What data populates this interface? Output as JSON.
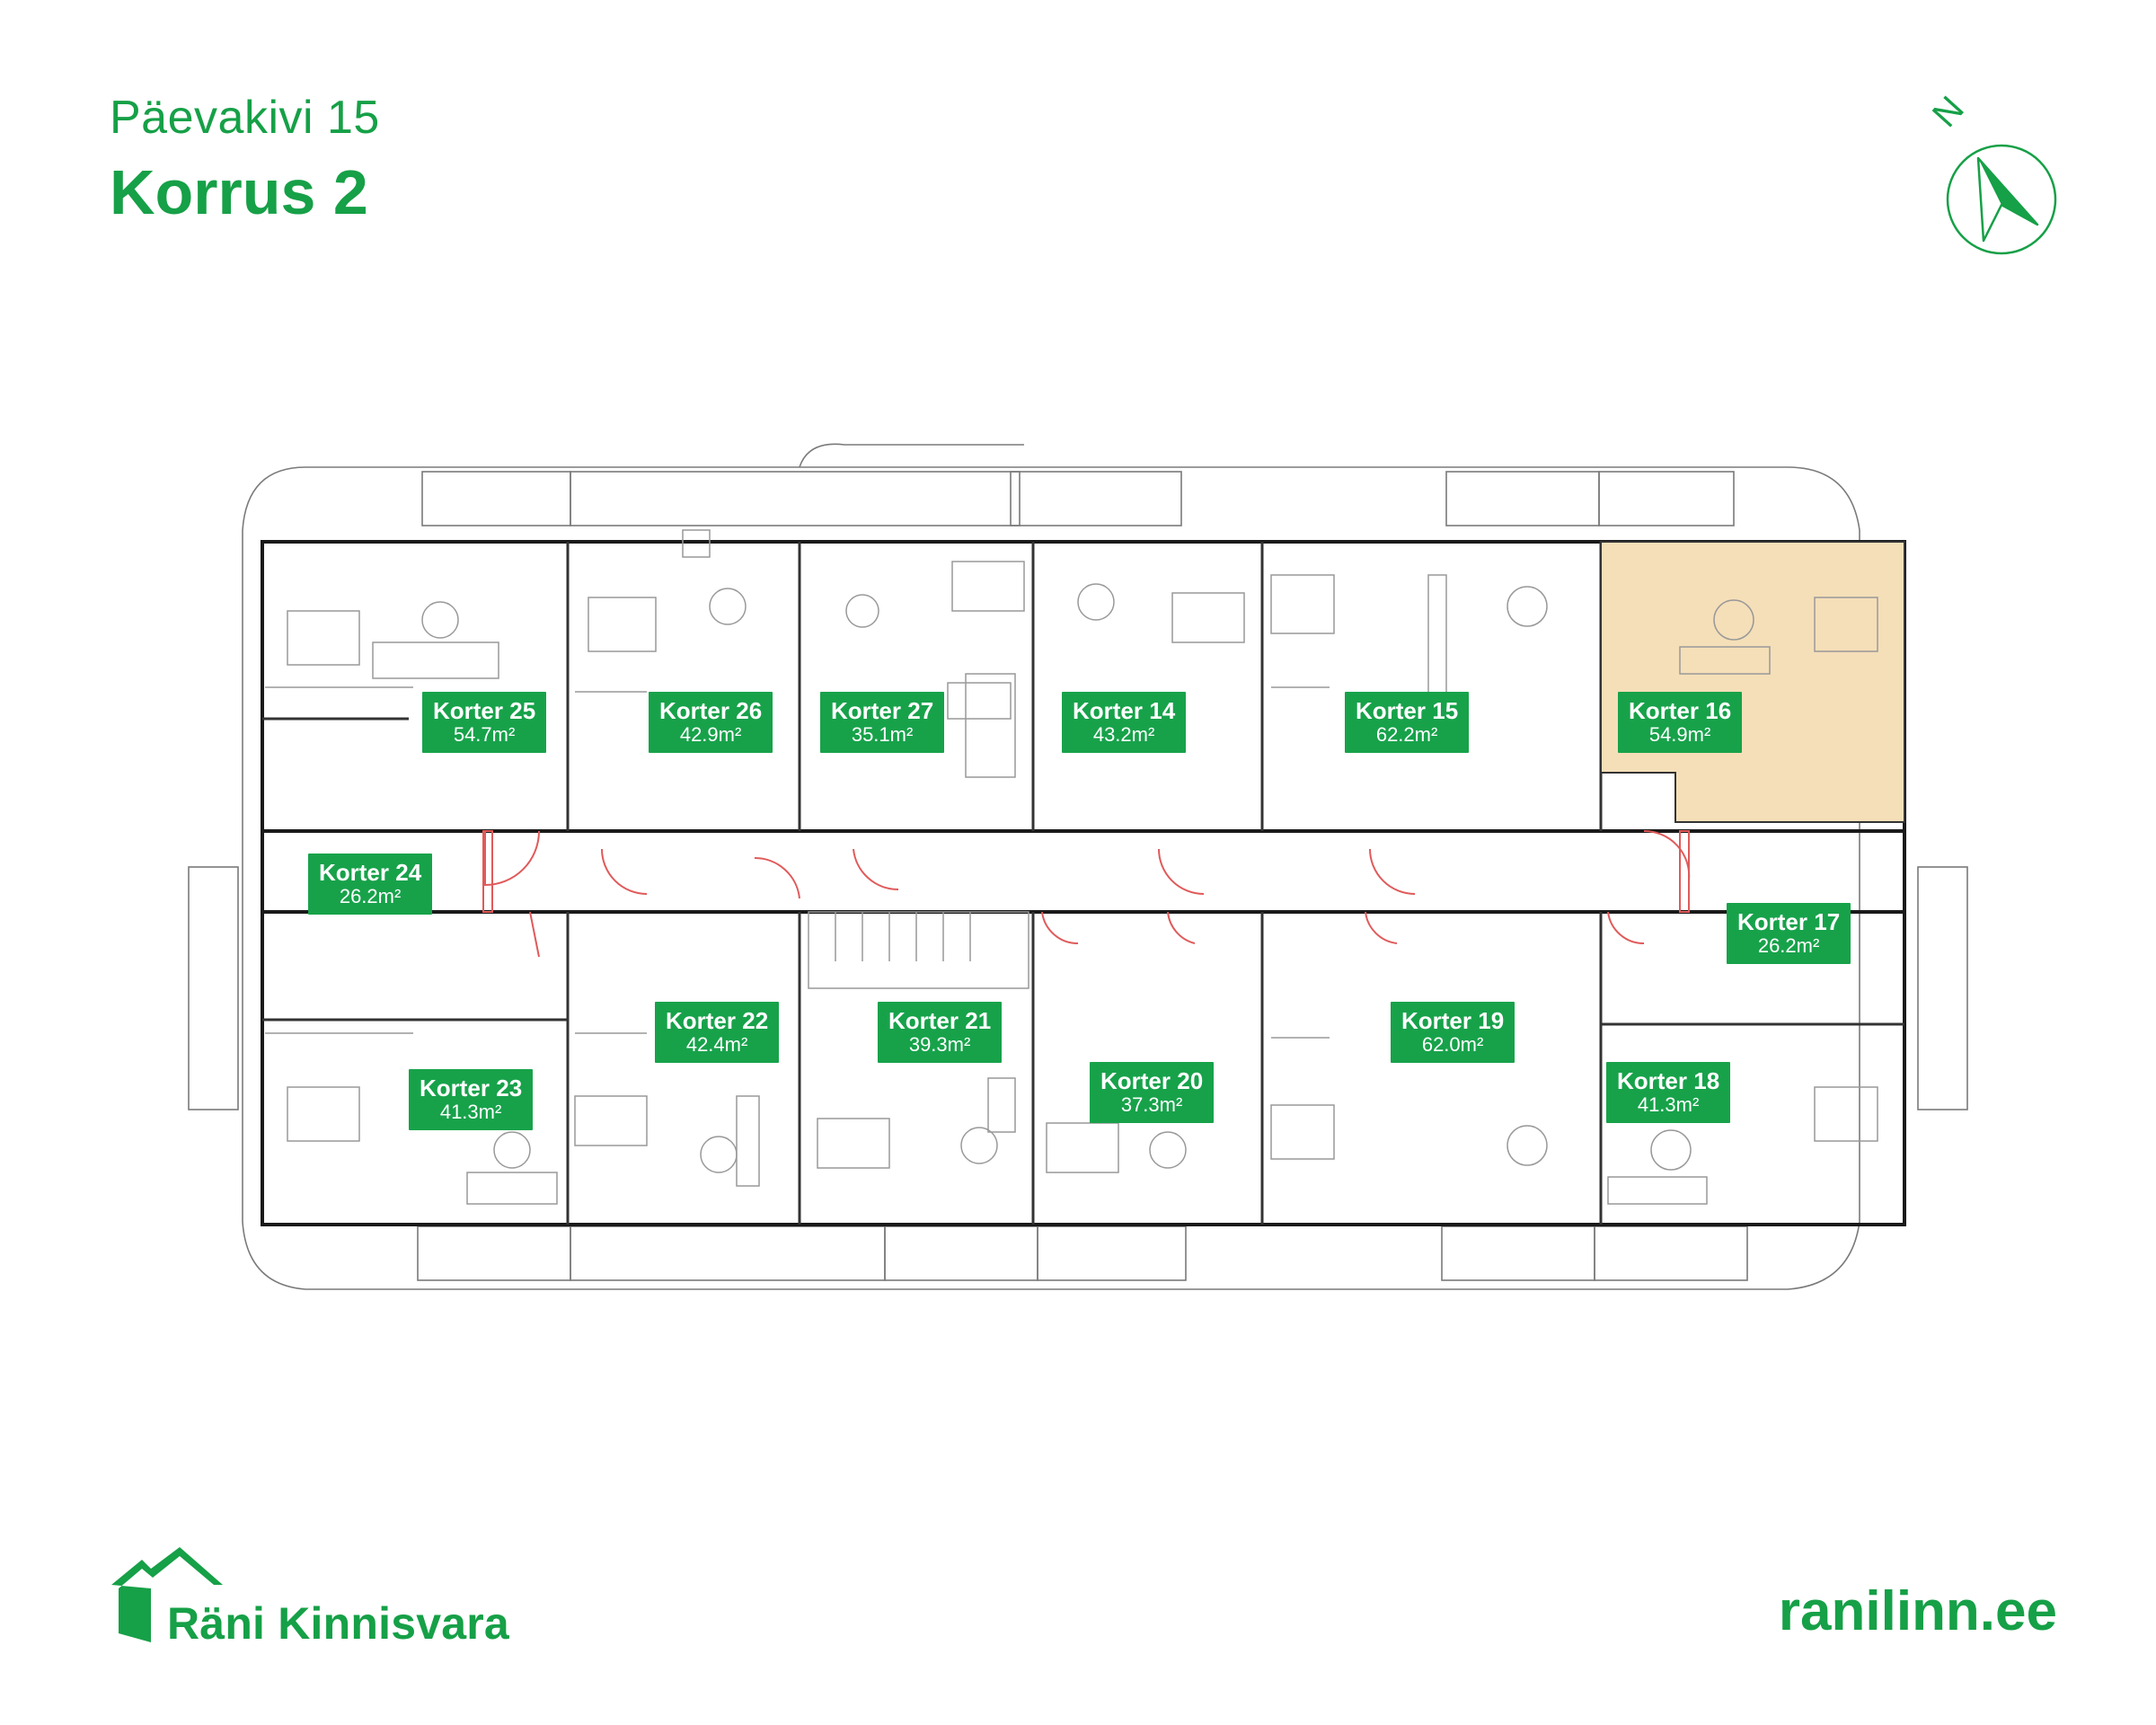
{
  "header": {
    "subtitle": "Päevakivi 15",
    "title": "Korrus 2"
  },
  "compass": {
    "letter": "N"
  },
  "brand": {
    "name": "Räni Kinnisvara",
    "website": "ranilinn.ee",
    "color": "#16a047"
  },
  "highlight_color": "#f5dfb8",
  "apartments": [
    {
      "id": "25",
      "name": "Korter 25",
      "area": "54.7m²"
    },
    {
      "id": "26",
      "name": "Korter 26",
      "area": "42.9m²"
    },
    {
      "id": "27",
      "name": "Korter 27",
      "area": "35.1m²"
    },
    {
      "id": "14",
      "name": "Korter 14",
      "area": "43.2m²"
    },
    {
      "id": "15",
      "name": "Korter 15",
      "area": "62.2m²"
    },
    {
      "id": "16",
      "name": "Korter 16",
      "area": "54.9m²",
      "highlighted": true
    },
    {
      "id": "24",
      "name": "Korter 24",
      "area": "26.2m²"
    },
    {
      "id": "17",
      "name": "Korter 17",
      "area": "26.2m²"
    },
    {
      "id": "22",
      "name": "Korter 22",
      "area": "42.4m²"
    },
    {
      "id": "21",
      "name": "Korter 21",
      "area": "39.3m²"
    },
    {
      "id": "19",
      "name": "Korter 19",
      "area": "62.0m²"
    },
    {
      "id": "23",
      "name": "Korter 23",
      "area": "41.3m²"
    },
    {
      "id": "20",
      "name": "Korter 20",
      "area": "37.3m²"
    },
    {
      "id": "18",
      "name": "Korter 18",
      "area": "41.3m²"
    }
  ]
}
